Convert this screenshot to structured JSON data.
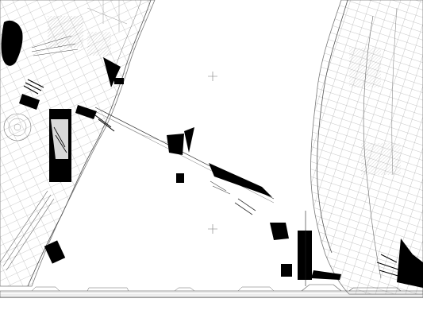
{
  "drawing": {
    "colors": {
      "background": "#ffffff",
      "linework": "#8a8a8a",
      "ink": "#000000"
    },
    "regions": [
      "left-shore-urban-plan",
      "right-shore-urban-plan",
      "water-body",
      "crossing-path",
      "elevation-strip"
    ],
    "markers": [
      "crosshair-marker-top",
      "crosshair-marker-bottom"
    ]
  }
}
